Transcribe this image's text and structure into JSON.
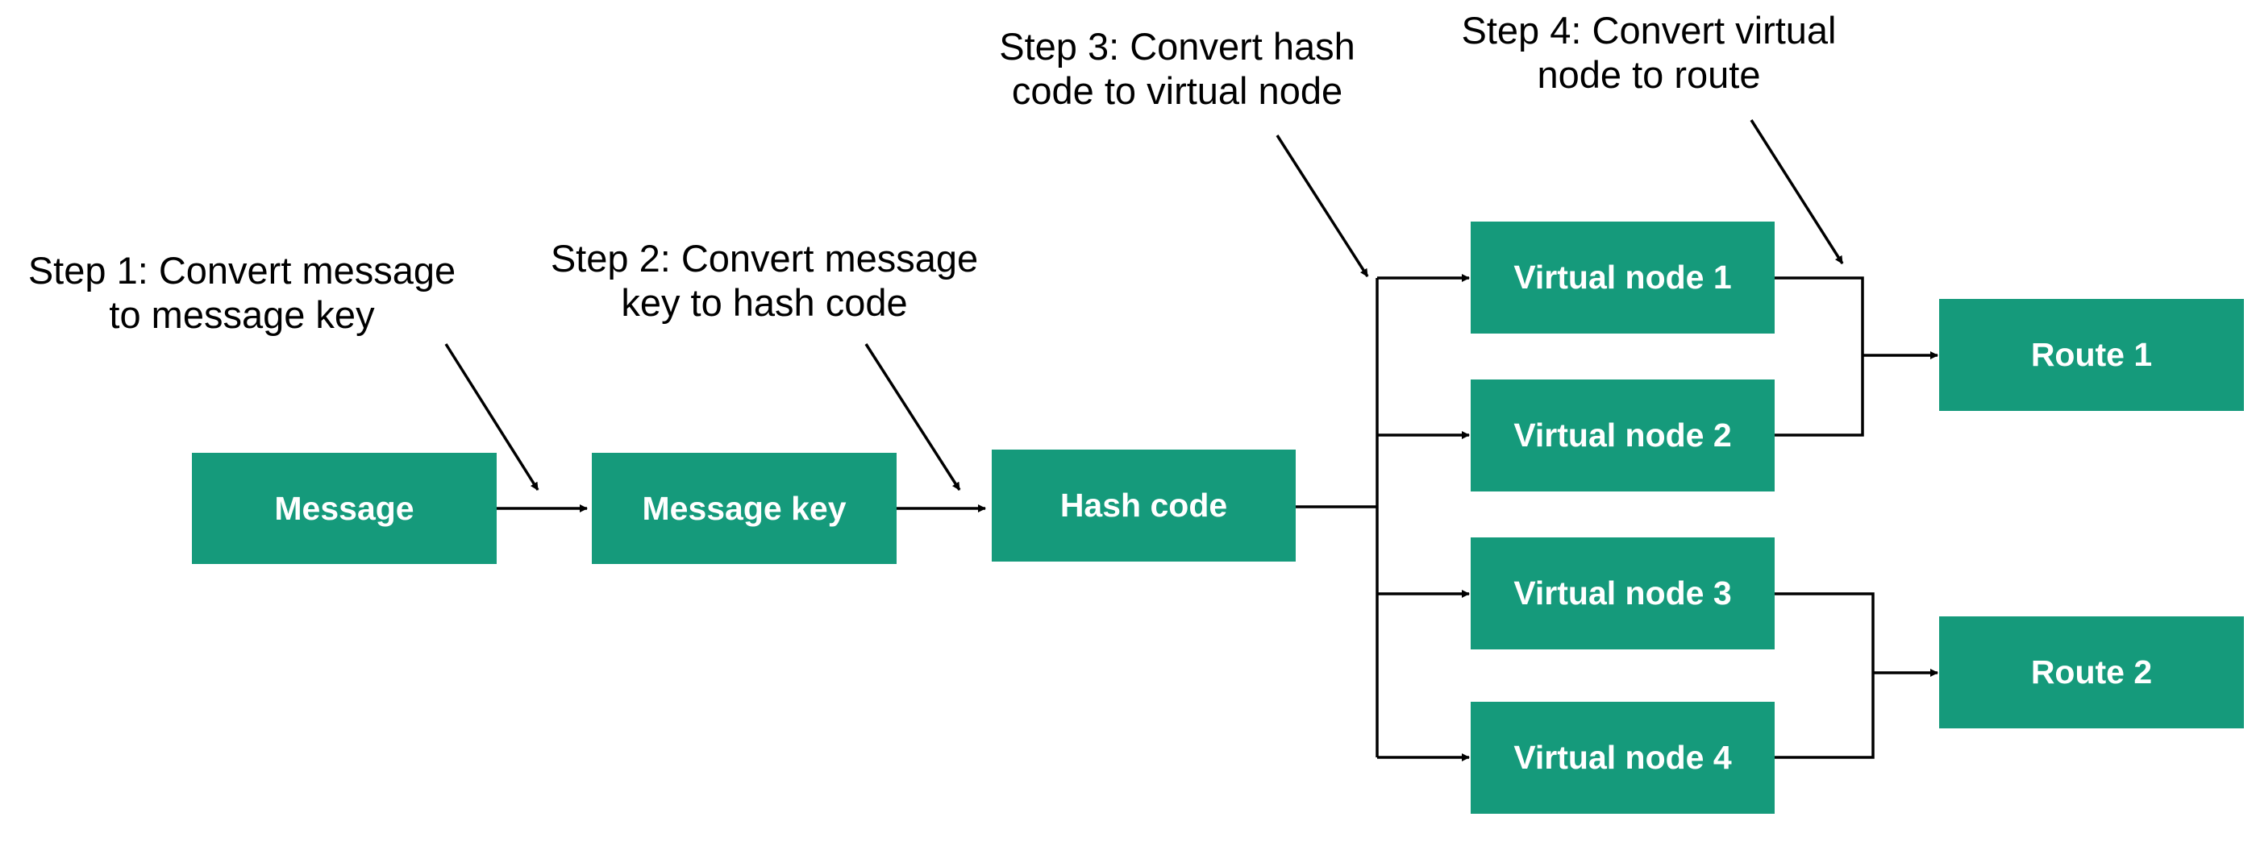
{
  "colors": {
    "box_fill": "#159a7b",
    "box_text": "#ffffff",
    "line": "#000000",
    "label_text": "#000000"
  },
  "nodes": {
    "message": "Message",
    "message_key": "Message key",
    "hash_code": "Hash code",
    "virtual_node_1": "Virtual node 1",
    "virtual_node_2": "Virtual node 2",
    "virtual_node_3": "Virtual node 3",
    "virtual_node_4": "Virtual node 4",
    "route_1": "Route 1",
    "route_2": "Route 2"
  },
  "steps": {
    "step1": {
      "line1": "Step 1: Convert message",
      "line2": "to message key"
    },
    "step2": {
      "line1": "Step 2: Convert message",
      "line2": "key to hash code"
    },
    "step3": {
      "line1": "Step 3: Convert hash",
      "line2": "code to virtual node"
    },
    "step4": {
      "line1": "Step 4: Convert virtual",
      "line2": "node to route"
    }
  }
}
